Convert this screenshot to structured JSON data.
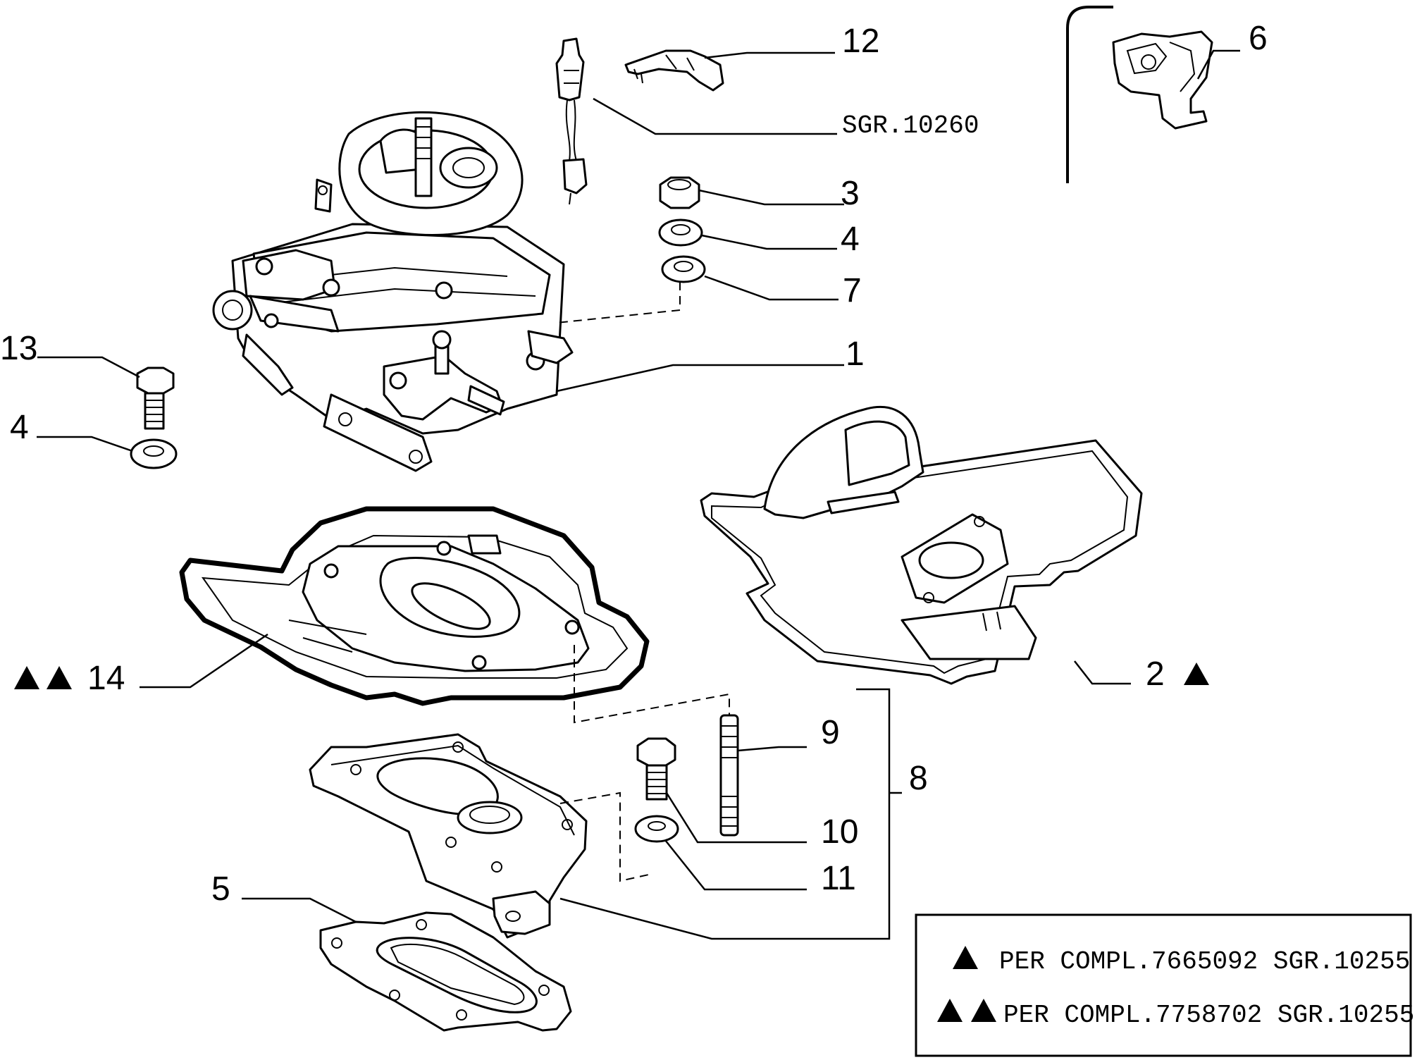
{
  "callouts": {
    "c12": "12",
    "csgr": "SGR.10260",
    "c6": "6",
    "c3": "3",
    "c4a": "4",
    "c7": "7",
    "c1": "1",
    "c13": "13",
    "c4b": "4",
    "c14": "14",
    "c2": "2",
    "c9": "9",
    "c8": "8",
    "c10": "10",
    "c11": "11",
    "c5": "5"
  },
  "legend": {
    "row1": "PER COMPL.7665092 SGR.10255",
    "row2": "PER COMPL.7758702 SGR.10255"
  }
}
